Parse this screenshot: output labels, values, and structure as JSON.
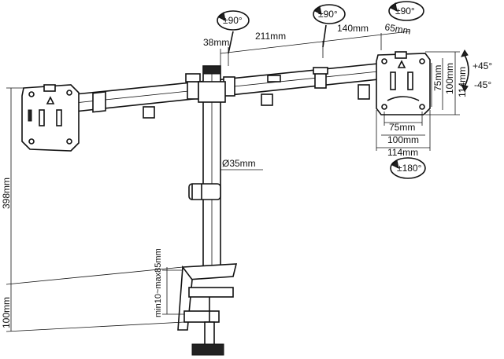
{
  "labels": {
    "rot_top_left": "±90°",
    "rot_top_mid": "±90°",
    "rot_top_right": "±90°",
    "dim_38": "38mm",
    "dim_211": "211mm",
    "dim_140": "140mm",
    "dim_65": "65mm",
    "tilt_plus": "+45°",
    "tilt_minus": "-45°",
    "vesa_v_75": "75mm",
    "vesa_v_100": "100mm",
    "vesa_v_114": "114mm",
    "vesa_h_75": "75mm",
    "vesa_h_100": "100mm",
    "vesa_h_114": "114mm",
    "rot_180": "±180°",
    "pole_diameter": "Ø35mm",
    "height_398": "398mm",
    "clamp_range": "min10~max85mm",
    "clamp_100": "100mm"
  }
}
